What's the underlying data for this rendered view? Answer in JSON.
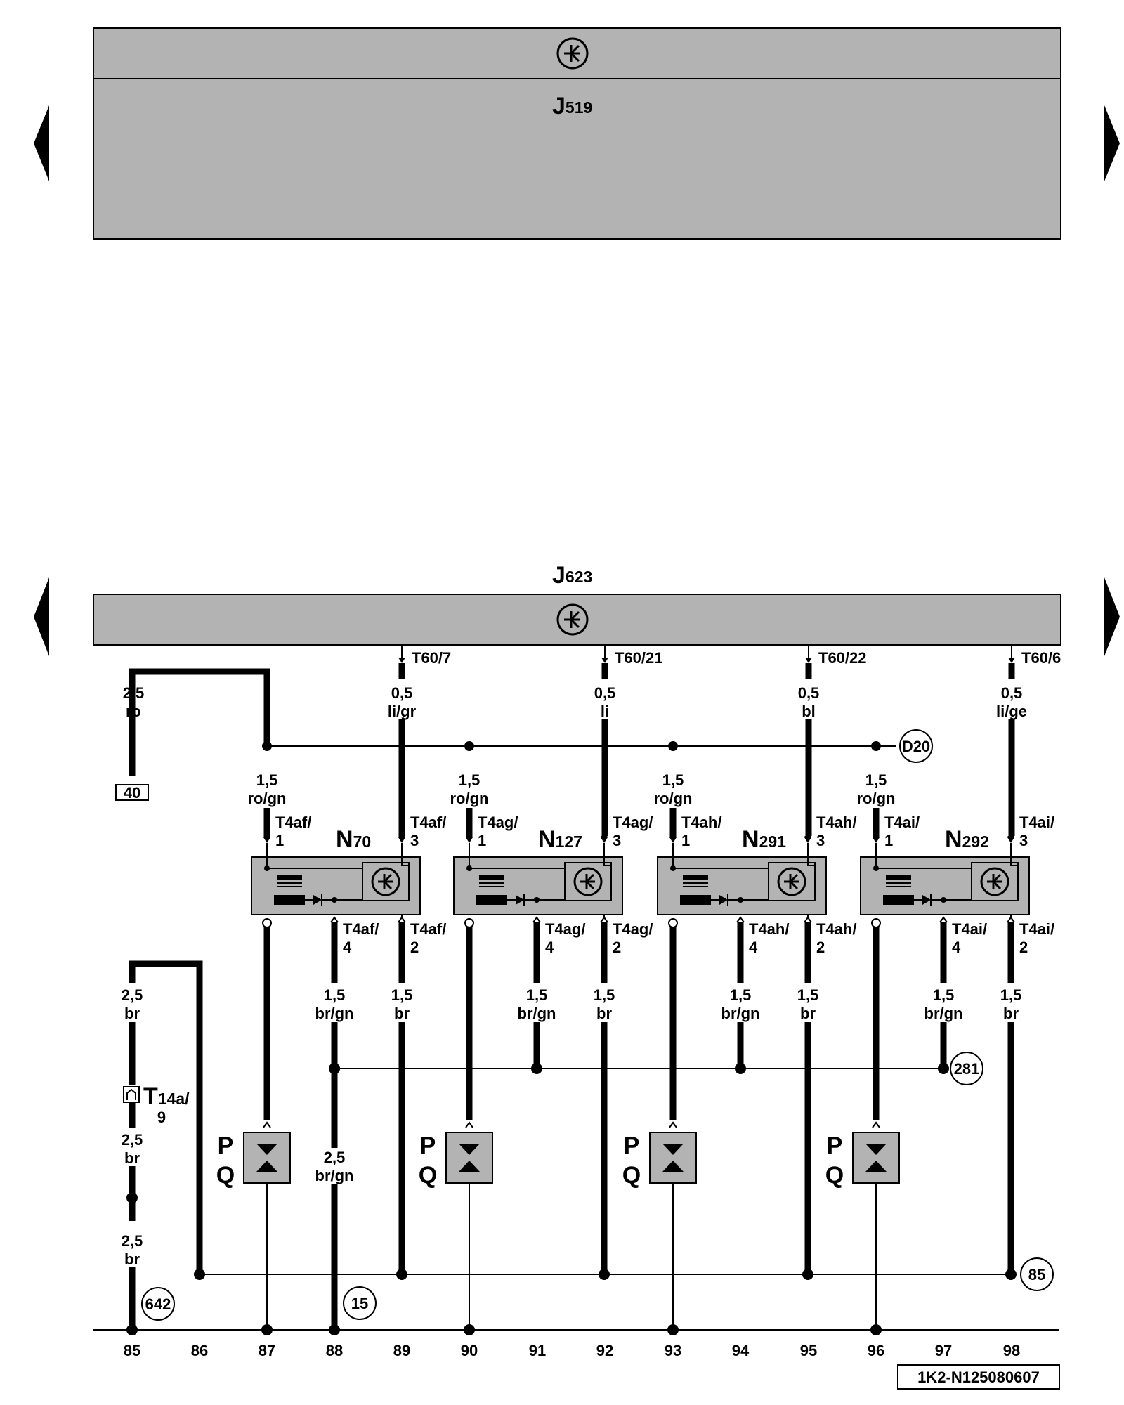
{
  "header": {
    "unit_top": {
      "name": "J",
      "sub": "519"
    },
    "unit_bottom": {
      "name": "J",
      "sub": "623"
    }
  },
  "pins": [
    {
      "label": "T60/7",
      "cs": "0,5",
      "color": "li/gr"
    },
    {
      "label": "T60/21",
      "cs": "0,5",
      "color": "li"
    },
    {
      "label": "T60/22",
      "cs": "0,5",
      "color": "bl"
    },
    {
      "label": "T60/6",
      "cs": "0,5",
      "color": "li/ge"
    }
  ],
  "supply": {
    "cs": "2,5",
    "color": "ro",
    "terminal": "40",
    "branch_cs": "1,5",
    "branch_color": "ro/gn",
    "ref": "D20"
  },
  "coils": [
    {
      "name": "N",
      "sub": "70",
      "c1": "T4af/",
      "n1": "1",
      "c3": "T4af/",
      "n3": "3",
      "c4": "T4af/",
      "n4": "4",
      "c2": "T4af/",
      "n2": "2"
    },
    {
      "name": "N",
      "sub": "127",
      "c1": "T4ag/",
      "n1": "1",
      "c3": "T4ag/",
      "n3": "3",
      "c4": "T4ag/",
      "n4": "4",
      "c2": "T4ag/",
      "n2": "2"
    },
    {
      "name": "N",
      "sub": "291",
      "c1": "T4ah/",
      "n1": "1",
      "c3": "T4ah/",
      "n3": "3",
      "c4": "T4ah/",
      "n4": "4",
      "c2": "T4ah/",
      "n2": "2"
    },
    {
      "name": "N",
      "sub": "292",
      "c1": "T4ai/",
      "n1": "1",
      "c3": "T4ai/",
      "n3": "3",
      "c4": "T4ai/",
      "n4": "4",
      "c2": "T4ai/",
      "n2": "2"
    }
  ],
  "lower": {
    "brgn_cs": "1,5",
    "brgn_color": "br/gn",
    "br_cs": "1,5",
    "br_color": "br",
    "ref_281": "281",
    "ref_85": "85",
    "ref_642": "642",
    "ref_15": "15",
    "left_cs": "2,5",
    "left_color": "br",
    "conn_name": "T",
    "conn_sub": "14a/",
    "conn_pin": "9",
    "col88_cs": "2,5",
    "col88_color": "br/gn",
    "spark_p": "P",
    "spark_q": "Q"
  },
  "tracks": [
    "85",
    "86",
    "87",
    "88",
    "89",
    "90",
    "91",
    "92",
    "93",
    "94",
    "95",
    "96",
    "97",
    "98"
  ],
  "footer": {
    "code": "1K2-N125080607"
  }
}
